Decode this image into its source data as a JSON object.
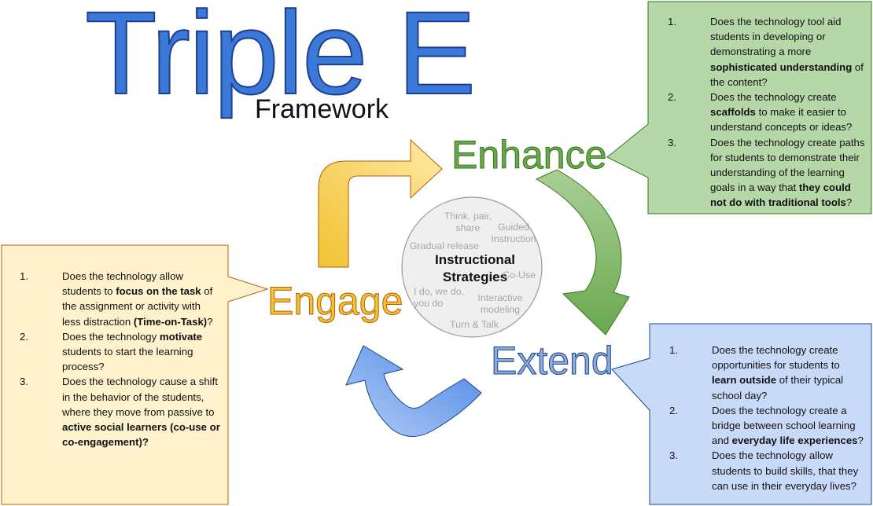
{
  "title": "Triple E",
  "subtitle": "Framework",
  "labels": {
    "enhance": "Enhance",
    "engage": "Engage",
    "extend": "Extend"
  },
  "center": {
    "title_line1": "Instructional",
    "title_line2": "Strategies",
    "strategies": [
      [
        "Think, pair,",
        "share"
      ],
      [
        "Guided",
        "Instruction"
      ],
      [
        "Gradual release"
      ],
      [
        "Co-Use"
      ],
      [
        "I do, we do,",
        "you do"
      ],
      [
        "Interactive",
        "modeling"
      ],
      [
        "Turn & Talk"
      ]
    ]
  },
  "enhance_box": {
    "items": [
      {
        "num": "1.",
        "parts": [
          {
            "t": "Does the technology tool aid students in developing or demonstrating a more "
          },
          {
            "t": "sophisticated understanding",
            "b": true
          },
          {
            "t": " of the content?"
          }
        ]
      },
      {
        "num": "2.",
        "parts": [
          {
            "t": "Does the technology create "
          },
          {
            "t": "scaffolds",
            "b": true
          },
          {
            "t": " to make it easier to understand concepts or ideas?"
          }
        ]
      },
      {
        "num": "3.",
        "parts": [
          {
            "t": "Does the technology create paths for students to demonstrate their understanding of the learning goals in a way that "
          },
          {
            "t": "they could not do with traditional tools",
            "b": true
          },
          {
            "t": "?"
          }
        ]
      }
    ]
  },
  "engage_box": {
    "items": [
      {
        "num": "1.",
        "parts": [
          {
            "t": "Does the technology allow students to "
          },
          {
            "t": "focus on the task",
            "b": true
          },
          {
            "t": " of the assignment or activity with less distraction "
          },
          {
            "t": "(Time-on-Task)",
            "b": true
          },
          {
            "t": "?"
          }
        ]
      },
      {
        "num": "2.",
        "parts": [
          {
            "t": "Does the technology "
          },
          {
            "t": "motivate",
            "b": true
          },
          {
            "t": " students to start the learning process?"
          }
        ]
      },
      {
        "num": "3.",
        "parts": [
          {
            "t": "Does the technology cause a shift in the behavior of the students, where they move from passive to "
          },
          {
            "t": "active social learners (co-use or co-engagement)?",
            "b": true
          }
        ]
      }
    ]
  },
  "extend_box": {
    "items": [
      {
        "num": "1.",
        "parts": [
          {
            "t": "Does the technology create opportunities for students to "
          },
          {
            "t": "learn outside",
            "b": true
          },
          {
            "t": " of their typical school day?"
          }
        ]
      },
      {
        "num": "2.",
        "parts": [
          {
            "t": "Does the technology create a bridge between school learning and "
          },
          {
            "t": "everyday life experiences",
            "b": true
          },
          {
            "t": "?"
          }
        ]
      },
      {
        "num": "3.",
        "parts": [
          {
            "t": "Does the technology allow students to build skills, that they can use in their everyday lives?"
          }
        ]
      }
    ]
  },
  "colors": {
    "title": "#3c78d8",
    "enhance_fill": "#b6d7a8",
    "engage_fill": "#fff2cc",
    "extend_fill": "#c9daf8",
    "circle_fill": "#efefef"
  }
}
